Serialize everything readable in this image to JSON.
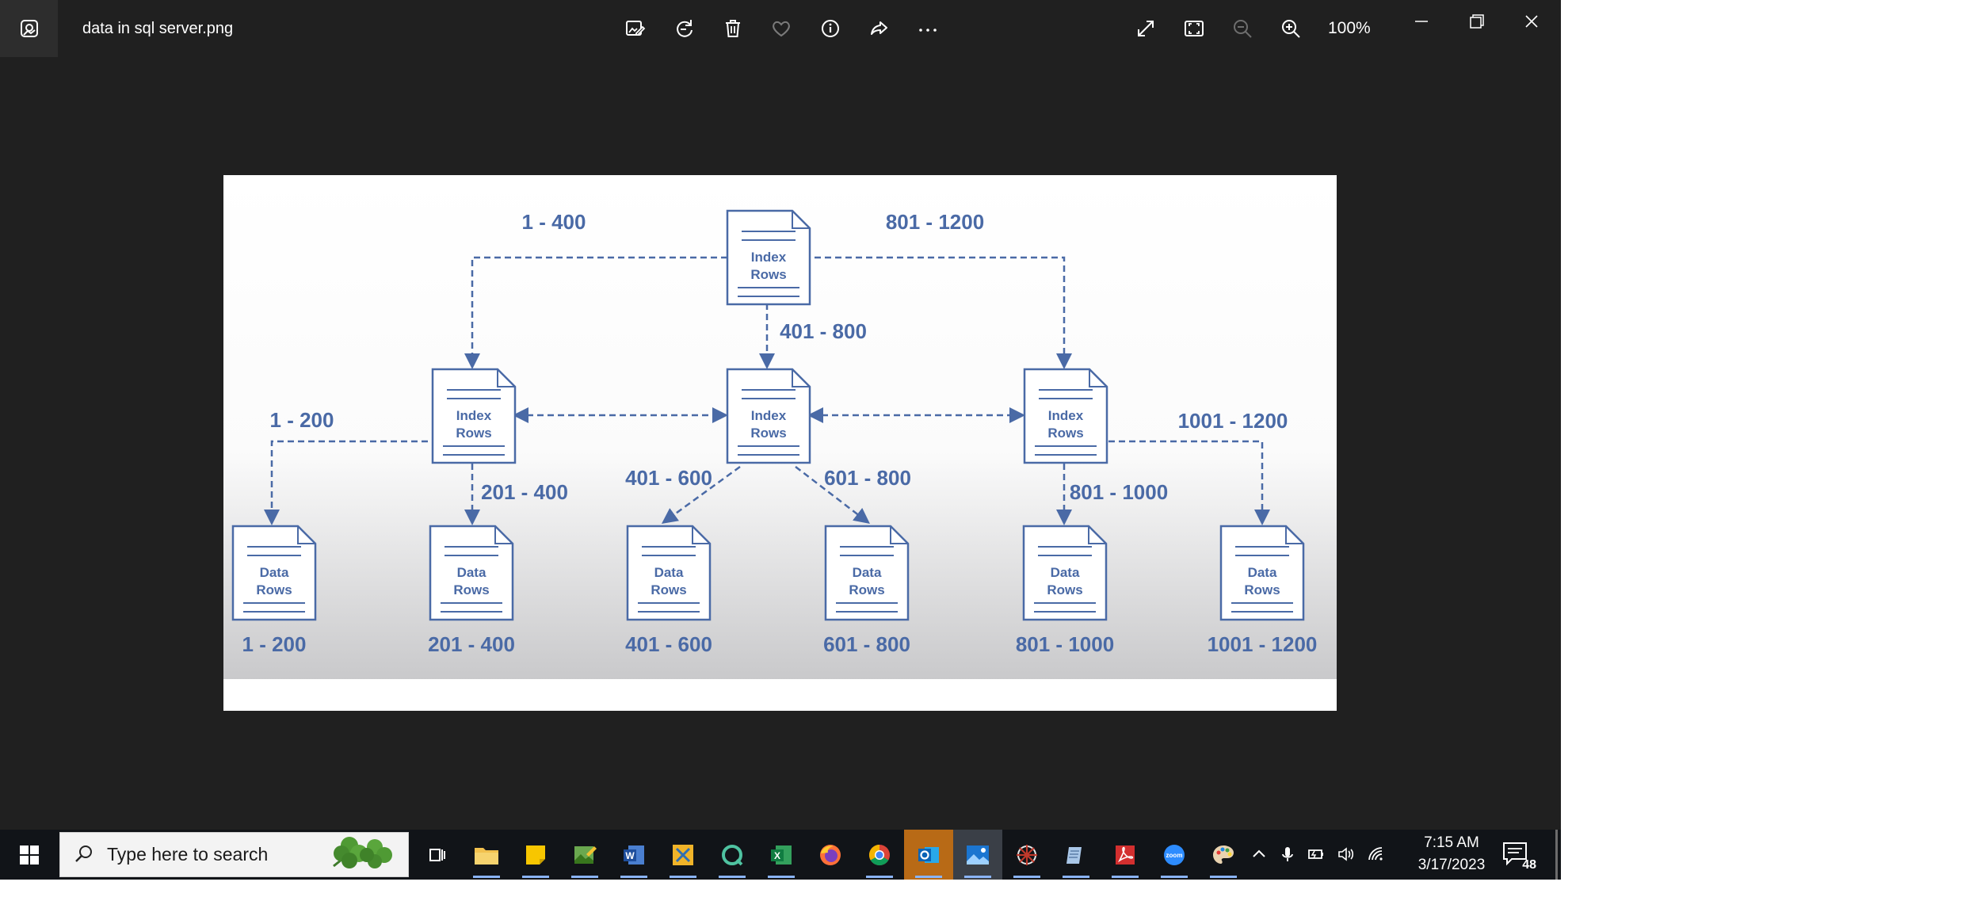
{
  "window": {
    "file_name": "data in sql server.png",
    "zoom_level": "100%"
  },
  "toolbar": {
    "icons": [
      "edit-image-icon",
      "rotate-icon",
      "delete-icon",
      "favorite-icon",
      "info-icon",
      "share-icon",
      "more-icon"
    ],
    "view_icons": [
      "full-screen-icon",
      "fit-to-window-icon",
      "zoom-out-icon",
      "zoom-in-icon"
    ],
    "window_controls": [
      "minimize-icon",
      "restore-icon",
      "close-icon"
    ]
  },
  "diagram": {
    "root": {
      "line1": "Index",
      "line2": "Rows"
    },
    "index_nodes": [
      {
        "line1": "Index",
        "line2": "Rows"
      },
      {
        "line1": "Index",
        "line2": "Rows"
      },
      {
        "line1": "Index",
        "line2": "Rows"
      }
    ],
    "data_nodes": [
      {
        "line1": "Data",
        "line2": "Rows",
        "range": "1 - 200"
      },
      {
        "line1": "Data",
        "line2": "Rows",
        "range": "201 - 400"
      },
      {
        "line1": "Data",
        "line2": "Rows",
        "range": "401 - 600"
      },
      {
        "line1": "Data",
        "line2": "Rows",
        "range": "601 - 800"
      },
      {
        "line1": "Data",
        "line2": "Rows",
        "range": "801 - 1000"
      },
      {
        "line1": "Data",
        "line2": "Rows",
        "range": "1001 - 1200"
      }
    ],
    "edge_labels": {
      "root_left": "1 - 400",
      "root_middle": "401 - 800",
      "root_right": "801 - 1200",
      "left_a": "1 - 200",
      "left_b": "201 - 400",
      "mid_a": "401 - 600",
      "mid_b": "601 - 800",
      "right_a": "801 - 1000",
      "right_b": "1001 - 1200"
    },
    "color": "#4a6aa6"
  },
  "taskbar": {
    "search_placeholder": "Type here to search",
    "apps": [
      "file-explorer-icon",
      "sticky-notes-icon",
      "photo-editor-icon",
      "word-icon",
      "snipping-tool-icon",
      "search-app-icon",
      "excel-icon",
      "firefox-icon",
      "chrome-icon",
      "outlook-icon",
      "photos-icon",
      "network-tool-icon",
      "notepad-icon",
      "acrobat-icon",
      "zoom-icon",
      "paint-icon"
    ],
    "tray": [
      "chevron-up-icon",
      "microphone-icon",
      "battery-icon",
      "volume-icon",
      "wifi-icon"
    ],
    "time": "7:15 AM",
    "date": "3/17/2023",
    "notification_count": "48"
  }
}
